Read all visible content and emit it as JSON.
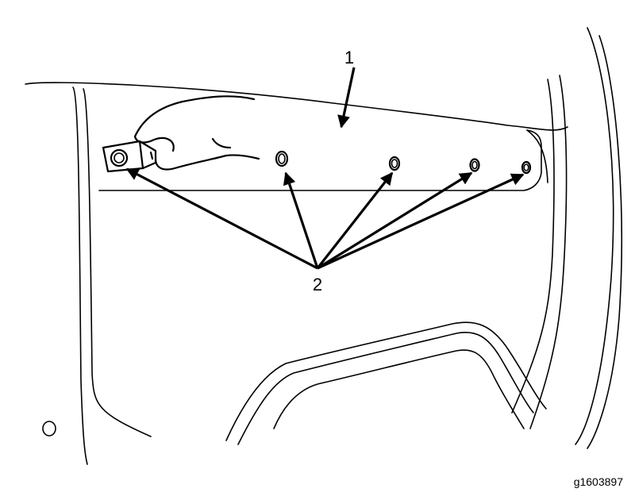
{
  "callouts": {
    "panel": "1",
    "fasteners": "2"
  },
  "figure_id": "g1603897",
  "colors": {
    "line": "#000000",
    "background": "#ffffff"
  }
}
